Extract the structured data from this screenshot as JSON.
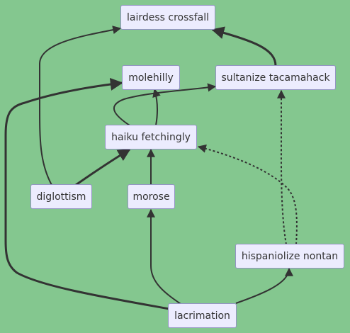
{
  "colors": {
    "background": "#84c78f",
    "node_fill": "#ececfe",
    "node_border": "#9494c4",
    "edge": "#333333",
    "text": "#333333"
  },
  "nodes": {
    "lairdess_crossfall": "lairdess crossfall",
    "molehilly": "molehilly",
    "sultanize_tacamahack": "sultanize tacamahack",
    "haiku_fetchingly": "haiku fetchingly",
    "diglottism": "diglottism",
    "morose": "morose",
    "hispaniolize_nontan": "hispaniolize nontan",
    "lacrimation": "lacrimation"
  },
  "edges": [
    {
      "from": "diglottism",
      "to": "lairdess_crossfall",
      "style": "solid"
    },
    {
      "from": "sultanize_tacamahack",
      "to": "lairdess_crossfall",
      "style": "thick"
    },
    {
      "from": "haiku_fetchingly",
      "to": "molehilly",
      "style": "solid"
    },
    {
      "from": "haiku_fetchingly",
      "to": "sultanize_tacamahack",
      "style": "solid"
    },
    {
      "from": "lacrimation",
      "to": "molehilly",
      "style": "thick"
    },
    {
      "from": "diglottism",
      "to": "haiku_fetchingly",
      "style": "thick"
    },
    {
      "from": "morose",
      "to": "haiku_fetchingly",
      "style": "solid"
    },
    {
      "from": "hispaniolize_nontan",
      "to": "haiku_fetchingly",
      "style": "dotted"
    },
    {
      "from": "hispaniolize_nontan",
      "to": "sultanize_tacamahack",
      "style": "dotted"
    },
    {
      "from": "lacrimation",
      "to": "morose",
      "style": "solid"
    },
    {
      "from": "lacrimation",
      "to": "hispaniolize_nontan",
      "style": "solid"
    }
  ]
}
